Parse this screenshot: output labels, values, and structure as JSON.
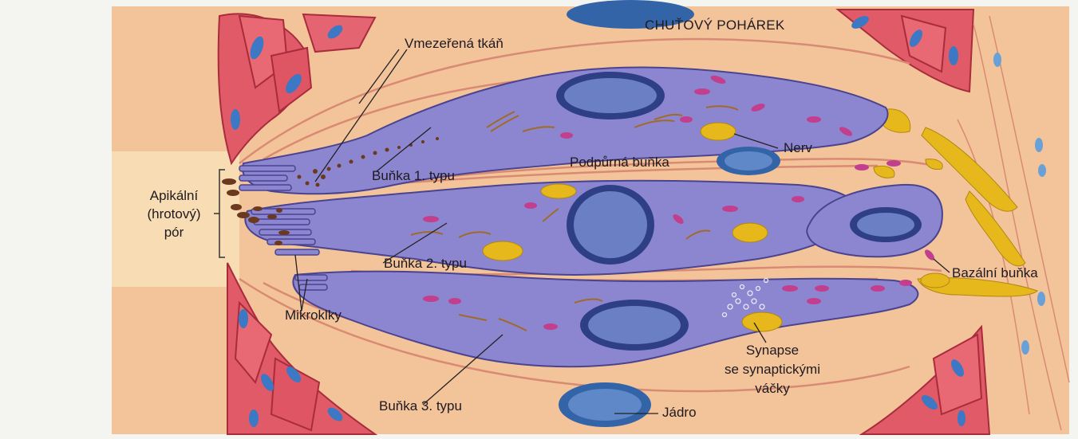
{
  "labels": {
    "title": "CHUŤOVÝ POHÁREK",
    "vmezerena": "Vmezeřená tkáň",
    "nerv": "Nerv",
    "podpurna": "Podpůrná buňka",
    "bunka1": "Buňka 1. typu",
    "bunka2": "Buňka 2. typu",
    "bunka3": "Buňka 3. typu",
    "apikalni_line1": "Apikální",
    "apikalni_line2": "(hrotový)",
    "apikalni_line3": "pór",
    "mikroklky": "Mikroklky",
    "bazalni": "Bazální buňka",
    "synapse_line1": "Synapse",
    "synapse_line2": "se synaptickými",
    "synapse_line3": "váčky",
    "jadro": "Jádro"
  },
  "colors": {
    "background": "#f4f4f1",
    "tissue": "#f3c49a",
    "tissue_outline": "#d98a73",
    "muscle_cell": "#e05a68",
    "muscle_nucleus": "#3c78c4",
    "taste_cell": "#8c86d0",
    "nucleus": "#2e3f86",
    "nucleus_inner": "#6a7fc4",
    "nerve": "#e6b81c",
    "organelle_pink": "#c23f8e",
    "organelle_brown": "#a06a2a",
    "pore_dots": "#6b3a1e"
  }
}
